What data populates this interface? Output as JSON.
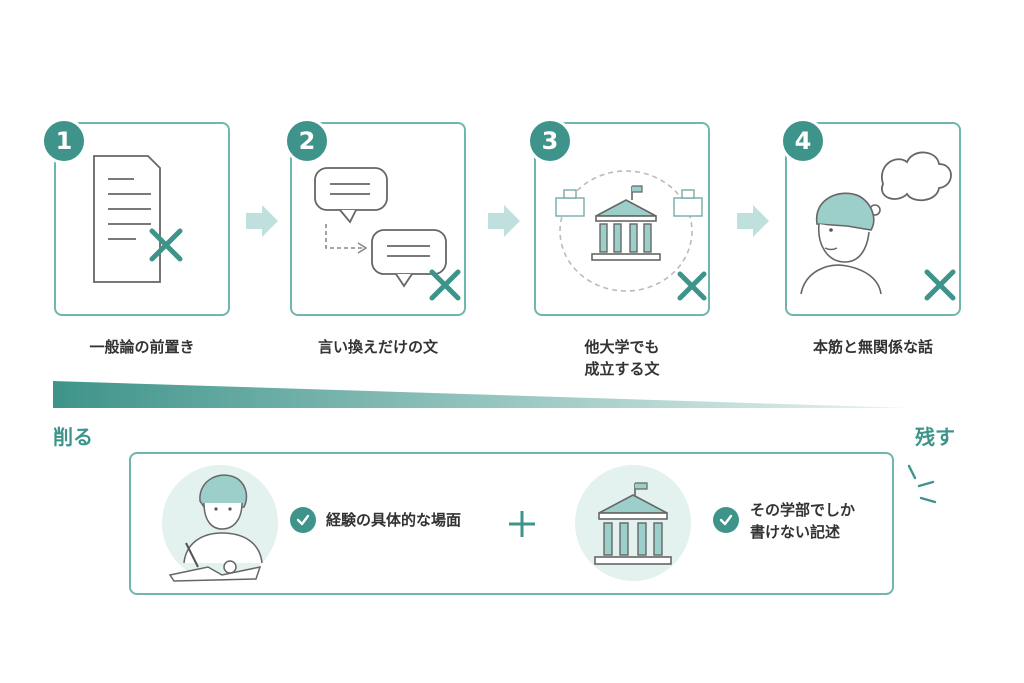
{
  "steps": [
    {
      "number": "1",
      "caption_lines": [
        "一般論の前置き"
      ],
      "icon": "document-icon"
    },
    {
      "number": "2",
      "caption_lines": [
        "言い換えだけの文"
      ],
      "icon": "speech-bubbles-icon"
    },
    {
      "number": "3",
      "caption_lines": [
        "他大学でも",
        "成立する文"
      ],
      "icon": "university-building-icon"
    },
    {
      "number": "4",
      "caption_lines": [
        "本筋と無関係な話"
      ],
      "icon": "thinking-person-icon"
    }
  ],
  "scale": {
    "left_label": "削る",
    "right_label": "残す"
  },
  "keep": {
    "item1_lines": [
      "経験の具体的な場面"
    ],
    "item2_lines": [
      "その学部でしか",
      "書けない記述"
    ]
  },
  "colors": {
    "accent": "#3e948a",
    "light": "#6fb6ae",
    "pale": "#e3f1ef",
    "arrow": "#bfe0dc"
  }
}
